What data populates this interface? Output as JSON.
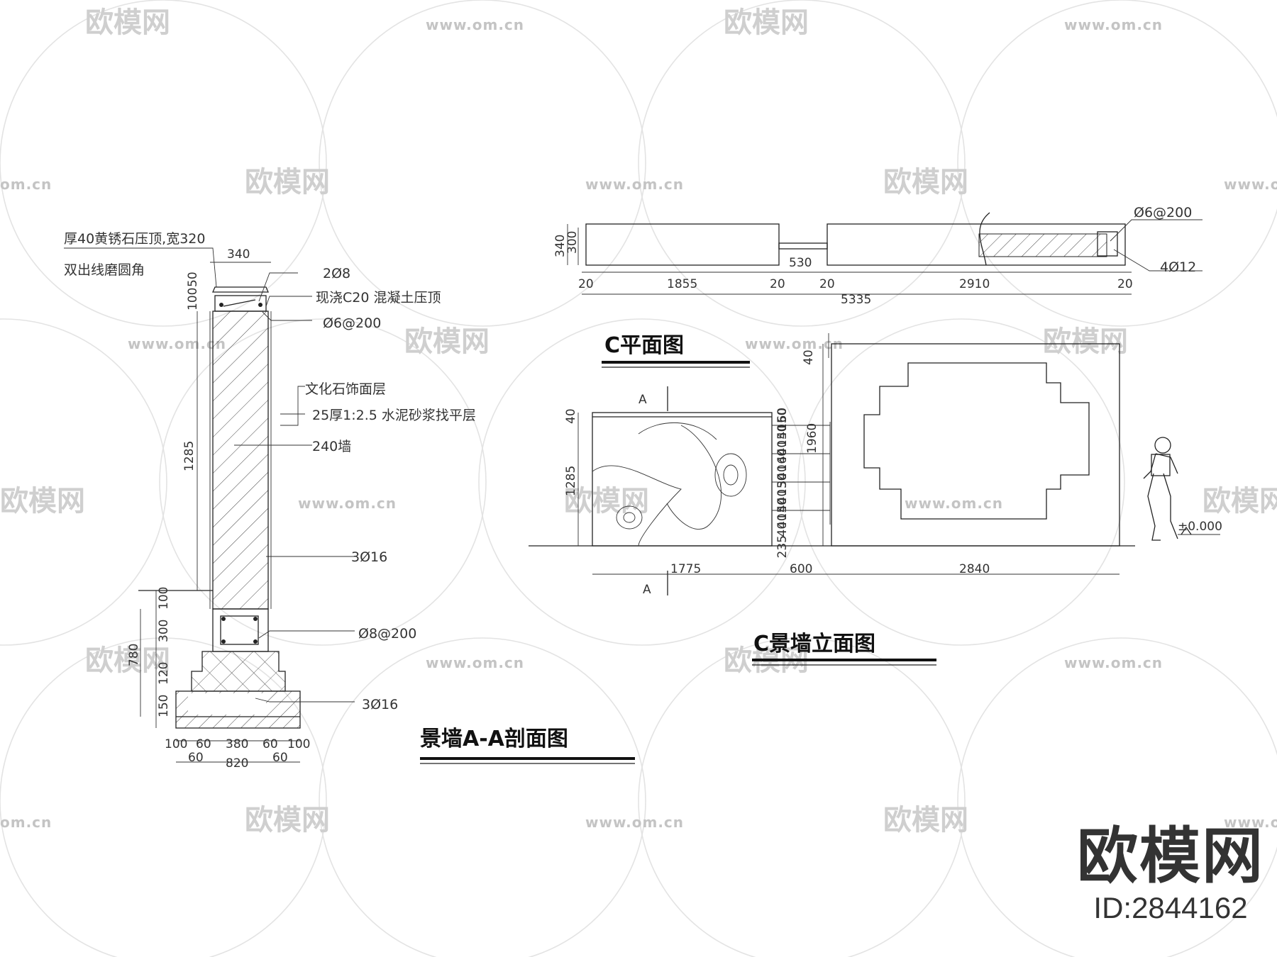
{
  "watermark": {
    "brand": "欧模网",
    "url": "www.om.cn",
    "url_partial": "om.cn"
  },
  "brand_mark": {
    "name": "欧模网",
    "id": "ID:2844162"
  },
  "section_aa": {
    "title": "景墙A-A剖面图",
    "notes": {
      "cap_stone": "厚40黄锈石压顶,宽320",
      "cap_edge": "双出线磨圆角",
      "cap_rebar": "2Ø8",
      "cap_concrete": "现浇C20 混凝土压顶",
      "stirrup_top": "Ø6@200",
      "finish_layer": "文化石饰面层",
      "mortar_layer": "25厚1:2.5 水泥砂浆找平层",
      "wall": "240墙",
      "rebar_mid": "3Ø16",
      "stirrup_beam": "Ø8@200",
      "rebar_base": "3Ø16"
    },
    "dims": {
      "top_width": "340",
      "cap_50": "50",
      "cap_100": "100",
      "height": "1285",
      "d100": "100",
      "d300": "300",
      "d120": "120",
      "d150": "150",
      "d780": "780",
      "b100a": "100",
      "b60a": "60",
      "b380": "380",
      "b60b": "60",
      "b100b": "100",
      "c60a": "60",
      "c820": "820",
      "c60b": "60"
    }
  },
  "plan_c": {
    "title": "C平面图",
    "notes": {
      "stirrup": "Ø6@200",
      "rebar": "4Ø12"
    },
    "dims": {
      "h340": "340",
      "h300": "300",
      "d20a": "20",
      "d1855": "1855",
      "d20b": "20",
      "d530": "530",
      "d20c": "20",
      "d2910": "2910",
      "d20d": "20",
      "total": "5335"
    }
  },
  "elevation_c": {
    "title": "C景墙立面图",
    "section_mark": "A",
    "level": "±0.000",
    "dims": {
      "h40": "40",
      "h1285": "1285",
      "steps": [
        "60",
        "150",
        "40",
        "150",
        "40",
        "40",
        "160",
        "40",
        "30",
        "150",
        "40",
        "40",
        "150",
        "40",
        "40",
        "235"
      ],
      "h1960": "1960",
      "top40": "40",
      "d1775": "1775",
      "d600": "600",
      "d2840": "2840"
    }
  }
}
